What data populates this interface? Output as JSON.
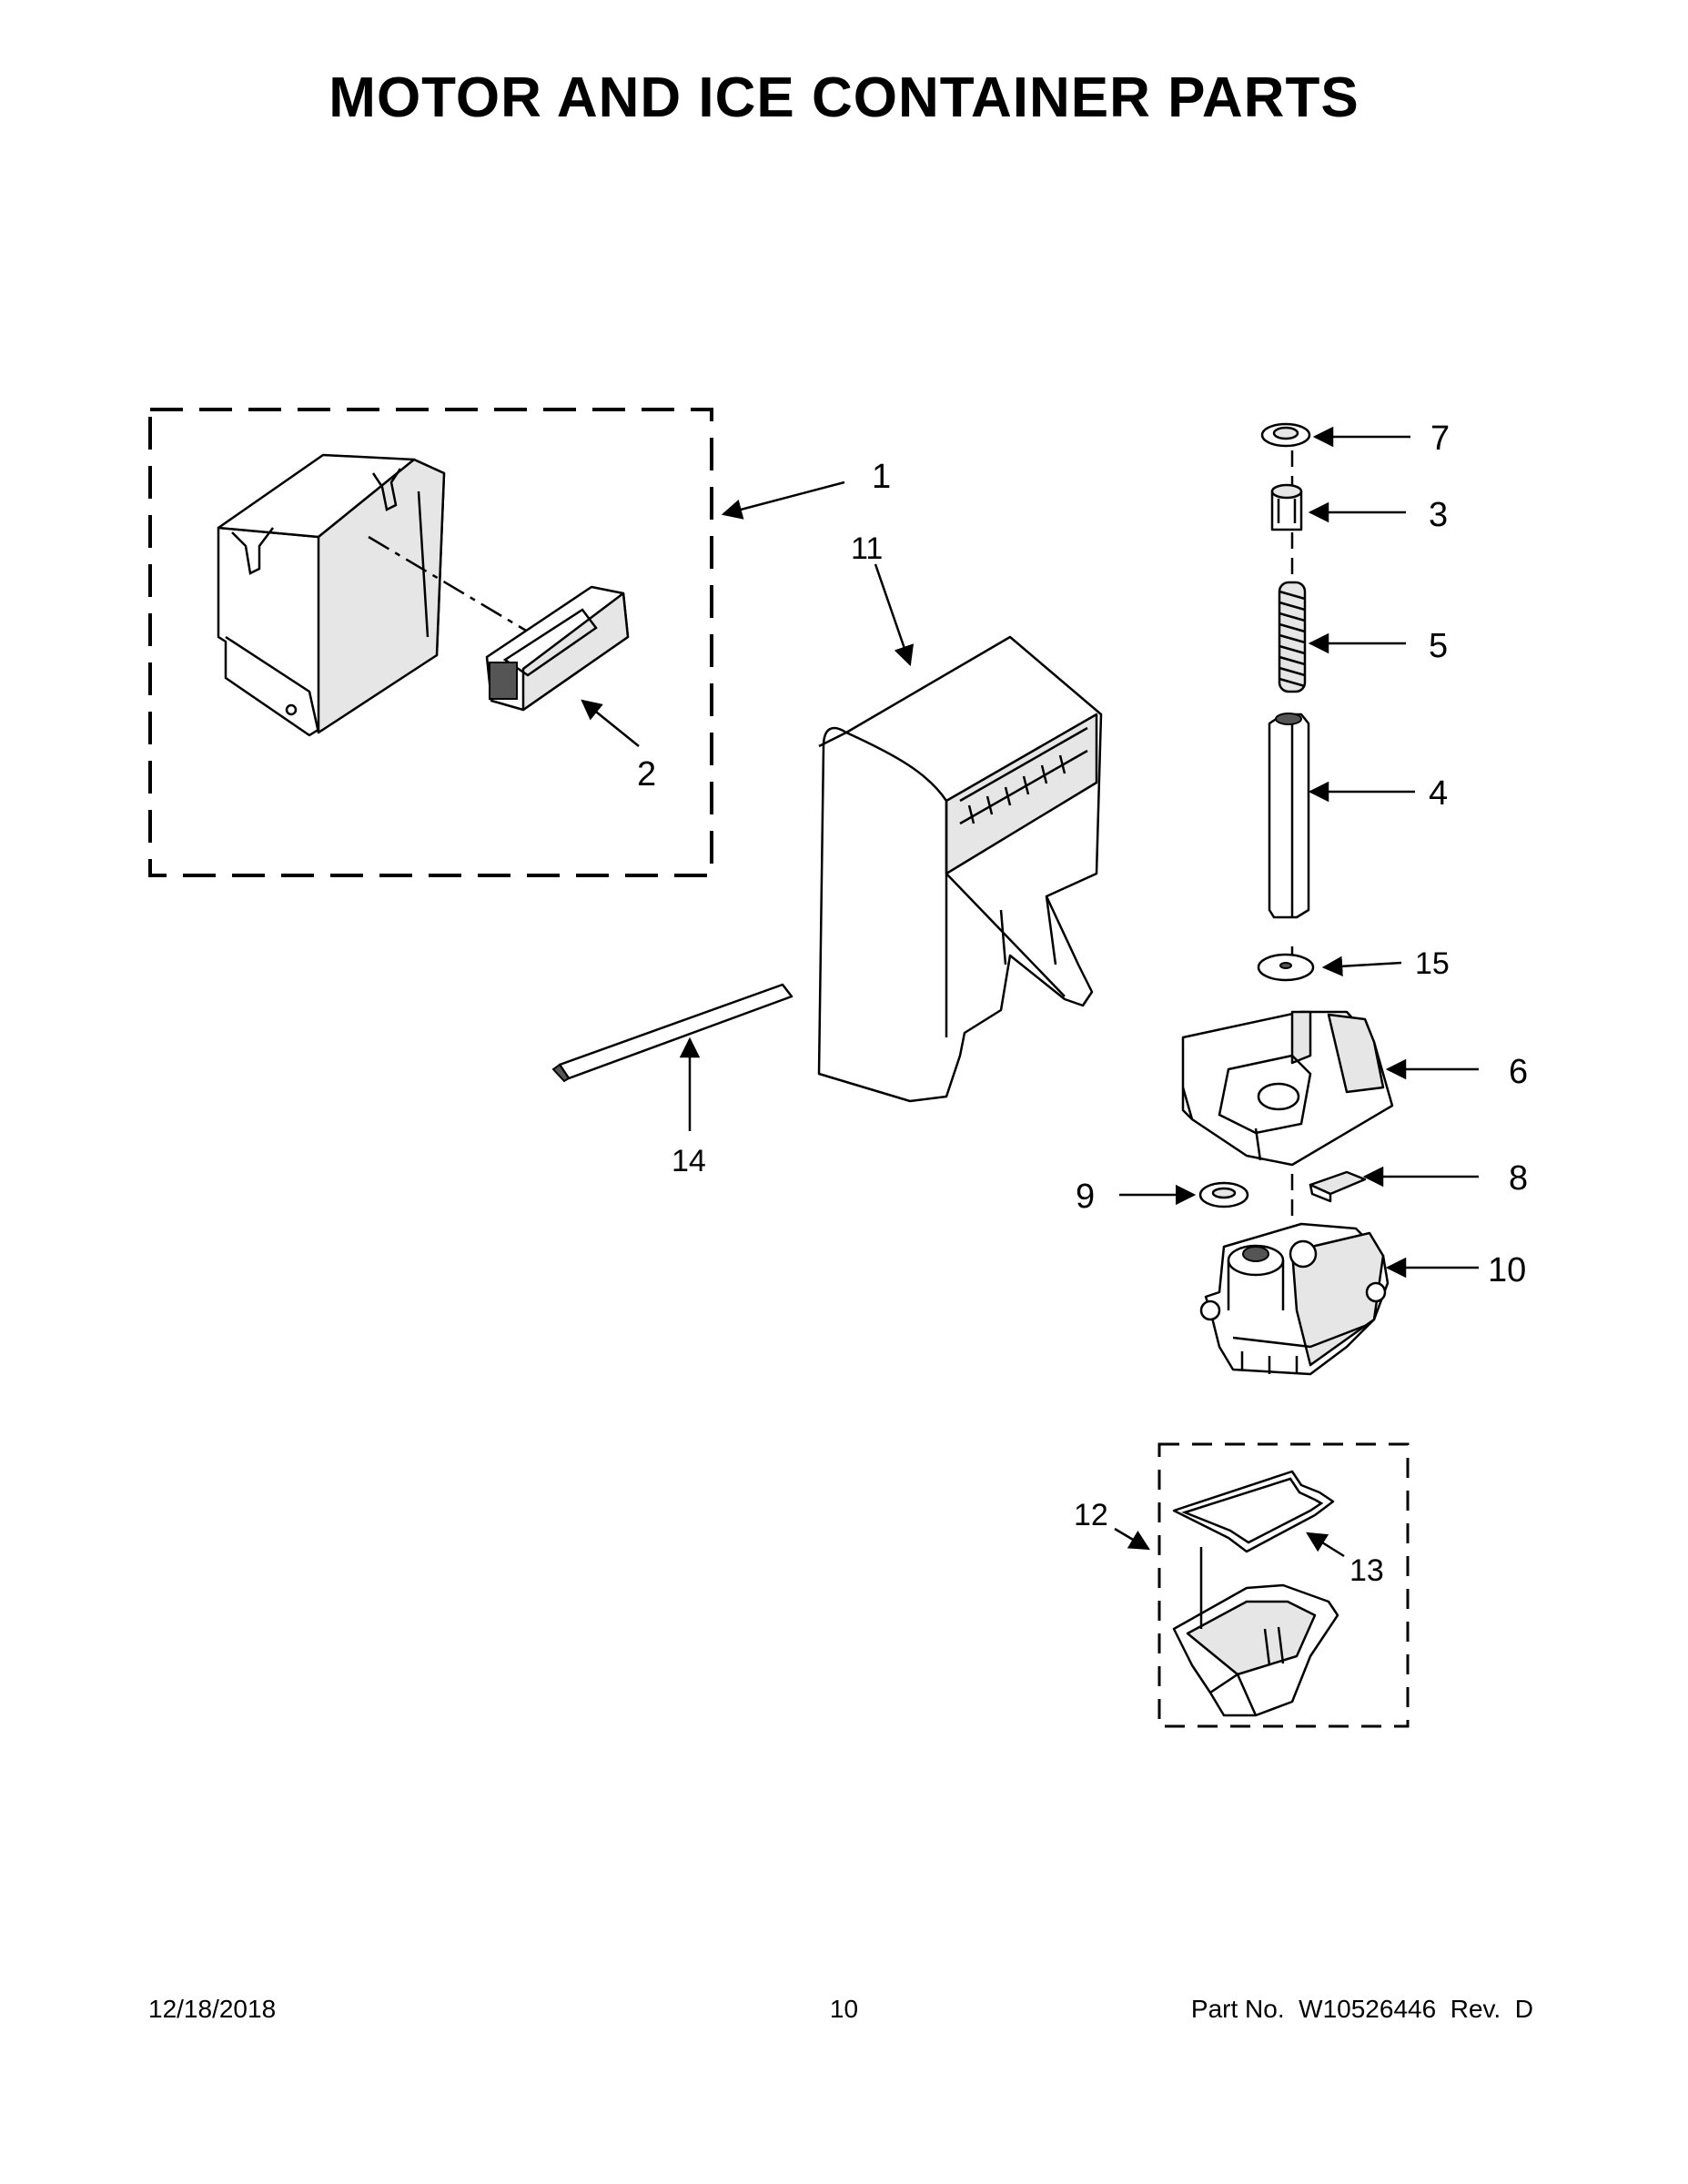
{
  "title": "MOTOR AND ICE CONTAINER PARTS",
  "footer": {
    "date": "12/18/2018",
    "page_number": "10",
    "part_number": "Part No.  W10526446  Rev.  D"
  },
  "callouts": [
    {
      "id": "1",
      "label": "1"
    },
    {
      "id": "2",
      "label": "2"
    },
    {
      "id": "3",
      "label": "3"
    },
    {
      "id": "4",
      "label": "4"
    },
    {
      "id": "5",
      "label": "5"
    },
    {
      "id": "6",
      "label": "6"
    },
    {
      "id": "7",
      "label": "7"
    },
    {
      "id": "8",
      "label": "8"
    },
    {
      "id": "9",
      "label": "9"
    },
    {
      "id": "10",
      "label": "10"
    },
    {
      "id": "11",
      "label": "11"
    },
    {
      "id": "12",
      "label": "12"
    },
    {
      "id": "13",
      "label": "13"
    },
    {
      "id": "14",
      "label": "14"
    },
    {
      "id": "15",
      "label": "15"
    }
  ]
}
